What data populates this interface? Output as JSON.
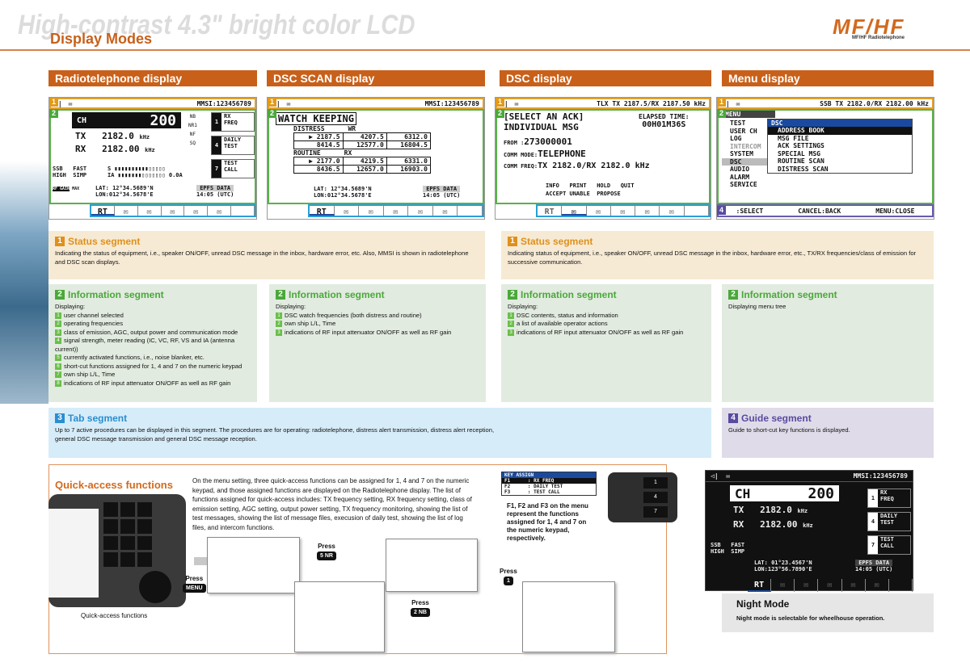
{
  "header": {
    "bg_title": "High-contrast 4.3\" bright color LCD",
    "title": "Display Modes",
    "logo_main": "MF/HF",
    "logo_sub": "MF/HF Radiotelephone"
  },
  "sections": {
    "rt": "Radiotelephone display",
    "scan": "DSC SCAN display",
    "dsc": "DSC display",
    "menu": "Menu display"
  },
  "rt_lcd": {
    "mmsi": "MMSI:123456789",
    "ch_label": "CH",
    "ch": "200",
    "tx_label": "TX",
    "tx": "2182.0",
    "rx_label": "RX",
    "rx": "2182.00",
    "unit": "kHz",
    "funcs": [
      "NB",
      "NR1",
      "NF",
      "SQ"
    ],
    "quick": [
      {
        "n": "1",
        "l1": "RX",
        "l2": "FREQ"
      },
      {
        "n": "4",
        "l1": "DAILY",
        "l2": "TEST"
      },
      {
        "n": "7",
        "l1": "TEST",
        "l2": "CALL"
      }
    ],
    "mode1": "SSB   FAST",
    "mode2": "HIGH  SIMP",
    "s_label": "S",
    "ia_label": "IA",
    "ia": "0.0A",
    "lat": "LAT: 12°34.5689'N",
    "lon": "LON:012°34.5678'E",
    "epfs": "EPFS  DATA",
    "time": "14:05 (UTC)",
    "rfgain": "RF GAIN",
    "max": "MAX",
    "tab_rt": "RT"
  },
  "scan_lcd": {
    "mmsi": "MMSI:123456789",
    "title": "WATCH KEEPING",
    "distress": "DISTRESS",
    "wr": "WR",
    "routine": "ROUTINE",
    "rx": "RX",
    "distress_rows": [
      [
        "▶ 2187.5",
        "4207.5",
        "6312.0"
      ],
      [
        "8414.5",
        "12577.0",
        "16804.5"
      ]
    ],
    "routine_rows": [
      [
        "▶ 2177.0",
        "4219.5",
        "6331.0"
      ],
      [
        "8436.5",
        "12657.0",
        "16903.0"
      ]
    ],
    "lat": "LAT: 12°34.5689'N",
    "lon": "LON:012°34.5678'E",
    "epfs": "EPFS  DATA",
    "time": "14:05 (UTC)"
  },
  "dsc_lcd": {
    "status": "TLX  TX  2187.5/RX  2187.50 kHz",
    "l1": "[SELECT AN ACK]",
    "elapsed": "ELAPSED TIME:",
    "l2": "INDIVIDUAL MSG",
    "elapsed_val": "00H01M36S",
    "from_l": "FROM      :",
    "from": "273000001",
    "mode_l": "COMM MODE:",
    "mode": "TELEPHONE",
    "freq_l": "COMM FREQ:",
    "freq": "TX   2182.0/RX   2182.0 kHz",
    "actions1": "INFO   PRINT   HOLD   QUIT",
    "actions2": "ACCEPT UNABLE  PROPOSE"
  },
  "menu_lcd": {
    "status": "SSB  TX 2182.0/RX 2182.00 kHz",
    "menu": "MENU",
    "items": [
      "TEST",
      "USER CH",
      "LOG",
      "INTERCOM",
      "SYSTEM",
      "DSC",
      "AUDIO",
      "ALARM",
      "SERVICE"
    ],
    "sub_title": "DSC",
    "sub": [
      "ADDRESS BOOK",
      "MSG FILE",
      "ACK SETTINGS",
      "SPECIAL MSG",
      "ROUTINE SCAN",
      "DISTRESS SCAN"
    ],
    "guide": [
      ":SELECT",
      "CANCEL:BACK",
      "MENU:CLOSE"
    ]
  },
  "status_left": {
    "title": "Status segment",
    "text": "Indicating the status of equipment, i.e., speaker ON/OFF, unread DSC message in the inbox, hardware error, etc. Also, MMSI is shown in radiotelephone and DSC scan displays."
  },
  "status_right": {
    "title": "Status segment",
    "text": "Indicating status of equipment, i.e., speaker ON/OFF, unread DSC message in the inbox, hardware error, etc., TX/RX frequencies/class of emission for successive communication."
  },
  "info_rt": {
    "title": "Information segment",
    "sub": "Displaying:",
    "items": [
      "user channel selected",
      "operating frequencies",
      "class of emission, AGC, output power and communication mode",
      "signal strength, meter reading (IC, VC, RF, VS and IA (antenna current))",
      "currently activated functions, i.e., noise blanker, etc.",
      "short-cut functions assigned for 1, 4 and 7 on the numeric keypad",
      "own ship L/L, Time",
      "indications of RF input attenuator ON/OFF as well as RF gain"
    ]
  },
  "info_scan": {
    "title": "Information segment",
    "sub": "Displaying:",
    "items": [
      "DSC watch frequencies (both distress and routine)",
      "own ship L/L, Time",
      "indications of RF input attenuator ON/OFF as well as RF gain"
    ]
  },
  "info_dsc": {
    "title": "Information segment",
    "sub": "Displaying:",
    "items": [
      "DSC contents, status and information",
      "a list of available operator actions",
      "indications of RF input attenuator ON/OFF as well as RF gain"
    ]
  },
  "info_menu": {
    "title": "Information segment",
    "text": "Displaying menu tree"
  },
  "tab_seg": {
    "title": "Tab segment",
    "text": "Up to 7 active procedures can be displayed in this segment. The procedures are for operating: radiotelephone, distress alert transmission, distress alert reception, general DSC message transmission and general DSC message reception."
  },
  "guide_seg": {
    "title": "Guide segment",
    "text": "Guide to short-cut key functions is displayed."
  },
  "quick": {
    "title": "Quick-access functions",
    "text": "On the menu setting, three quick-access functions can be assigned for 1, 4 and 7 on the numeric keypad, and those assigned functions are displayed on the Radiotelephone display. The list of functions assigned for quick-access includes: TX frequency setting, RX frequency setting, class of emission setting, AGC setting, output power setting, TX frequency monitoring, showing the list of test messages, showing the list of message files, execusion of daily test, showing the list of log files, and intercom functions.",
    "caption": "Quick-access functions",
    "press": "Press",
    "keys": [
      "MENU",
      "5 NR",
      "2 NB",
      "1"
    ],
    "keyassign_title": "KEY ASSIGN",
    "keyassign": [
      "F1      : RX FREQ",
      "F2      : DAILY TEST",
      "F3      : TEST CALL"
    ],
    "f_note": "F1, F2 and F3 on the menu represent the functions assigned for 1, 4 and 7 on the numeric keypad, respectively.",
    "keypad": [
      "1",
      "4",
      "7"
    ]
  },
  "night": {
    "title": "Night Mode",
    "text": "Night mode is selectable for wheelhouse operation.",
    "mmsi": "MMSI:123456789",
    "lat": "LAT: 01°23.4567'N",
    "lon": "LON:123°56.7890'E"
  }
}
